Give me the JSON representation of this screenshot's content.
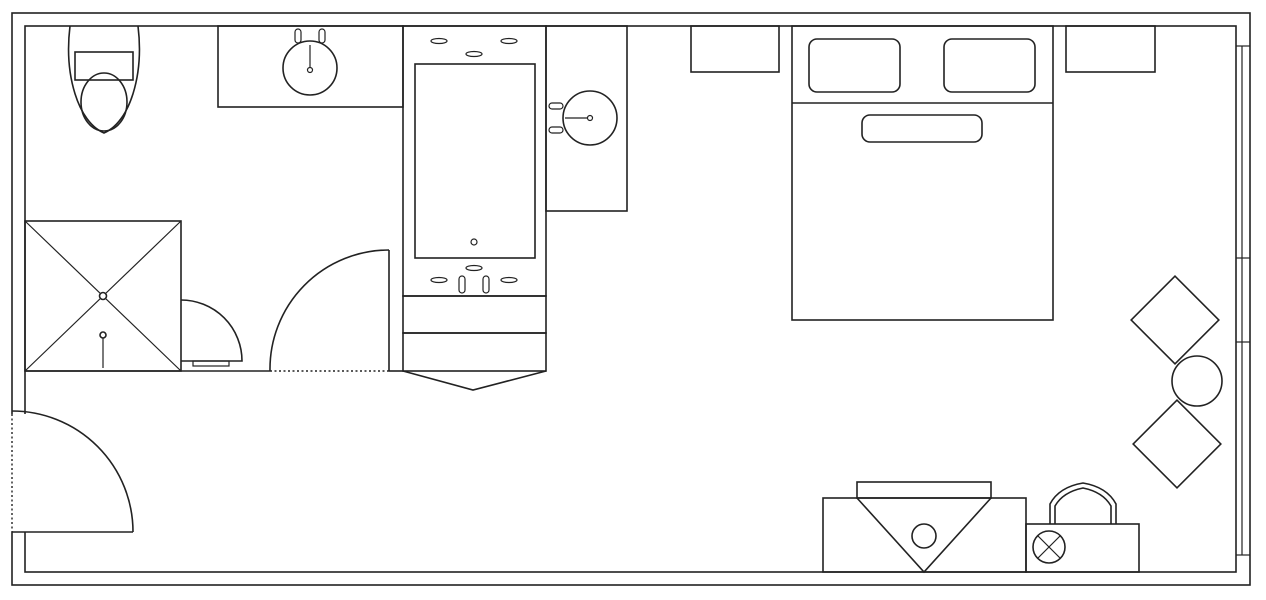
{
  "diagram": {
    "kind": "hotel-room-floor-plan",
    "text_labels": [],
    "colors": {
      "line": "#222222",
      "background": "#ffffff"
    },
    "rooms": [
      "bathroom",
      "bedroom"
    ],
    "fixtures": [
      "toilet-icon",
      "bathroom-sink-icon",
      "bathtub-icon",
      "shower-stall-icon",
      "shower-door-icon",
      "bathroom-door-icon",
      "vanity-sink-icon",
      "wardrobe-icon",
      "entry-door-icon",
      "double-bed-icon",
      "pillow-icon",
      "nightstand-icon",
      "lounge-chair-icon",
      "side-table-icon",
      "desk-icon",
      "desk-chair-icon",
      "floor-lamp-icon",
      "window-icon"
    ]
  }
}
